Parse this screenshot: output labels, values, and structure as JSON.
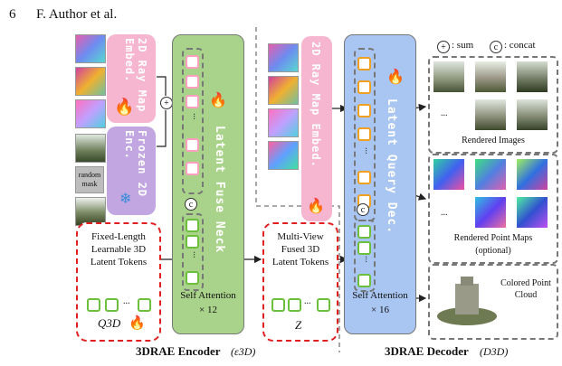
{
  "header": {
    "page_number": "6",
    "running_title": "F. Author et al."
  },
  "encoder": {
    "ray_embed_label": "2D Ray Map Embed.",
    "frozen_enc_label": "Frozen 2D Enc.",
    "random_mask_label": "random mask",
    "neck_label": "Latent Fuse Neck",
    "self_attention": "Self Attention",
    "repeat": "× 12",
    "query_tokens_text": "Fixed-Length Learnable 3D Latent Tokens",
    "query_symbol": "Q3D",
    "caption": "3DRAE Encoder",
    "caption_symbol": "(ε3D)"
  },
  "middle": {
    "fused_text": "Multi-View Fused 3D Latent Tokens",
    "symbol": "Z"
  },
  "decoder": {
    "ray_embed_label": "2D Ray Map Embed.",
    "query_label": "Latent Query Dec.",
    "self_attention": "Self Attention",
    "repeat": "× 16",
    "caption": "3DRAE Decoder",
    "caption_symbol": "(D3D)"
  },
  "legend": {
    "sum_label": ": sum",
    "concat_label": ": concat",
    "sum_symbol": "+",
    "concat_symbol": "c"
  },
  "outputs": {
    "rendered_images": "Rendered Images",
    "rendered_point_maps": "Rendered Point Maps",
    "optional": "(optional)",
    "point_cloud": "Colored Point Cloud",
    "ellipsis": "..."
  },
  "colors": {
    "pink": "#f6b6cf",
    "purple": "#c2a6e2",
    "green": "#a9d38a",
    "blue": "#a9c6f2",
    "red": "#e02020"
  }
}
